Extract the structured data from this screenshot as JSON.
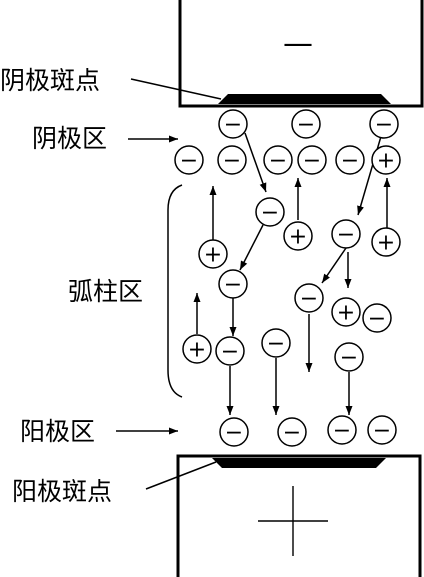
{
  "labels": {
    "cathode_spot": "阴极斑点",
    "cathode_region": "阴极区",
    "arc_column": "弧柱区",
    "anode_region": "阳极区",
    "anode_spot": "阳极斑点"
  },
  "electrodes": {
    "cathode_sign": "—",
    "anode_sign": "+"
  },
  "particles": {
    "electron_symbol": "−",
    "ion_symbol": "+"
  }
}
